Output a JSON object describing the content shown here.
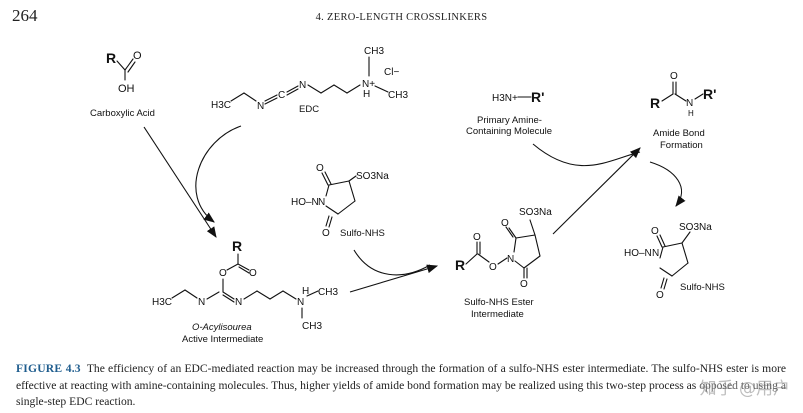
{
  "header": {
    "page_number": "264",
    "running_head": "4. ZERO-LENGTH CROSSLINKERS"
  },
  "scheme": {
    "labels": {
      "carboxylic_acid": "Carboxylic Acid",
      "edc": "EDC",
      "sulfo_nhs_reagent": "Sulfo-NHS",
      "acylisourea_line1": "O-Acylisourea",
      "acylisourea_line2": "Active Intermediate",
      "amine_line1": "Primary Amine-",
      "amine_line2": "Containing Molecule",
      "ester_line1": "Sulfo-NHS Ester",
      "ester_line2": "Intermediate",
      "amide_line1": "Amide Bond",
      "amide_line2": "Formation",
      "sulfo_nhs_product": "Sulfo-NHS"
    },
    "atoms": {
      "R": "R",
      "R_prime": "R'",
      "O": "O",
      "OH": "OH",
      "N": "N",
      "C": "C",
      "H": "H",
      "CH3": "CH3",
      "H3C": "H3C",
      "H3N_plus": "H3N+",
      "NH": "NH",
      "N_plus": "N+",
      "Cl_minus": "Cl−",
      "SO3Na": "SO3Na",
      "HO_N": "HO–N"
    }
  },
  "caption": {
    "label": "FIGURE 4.3",
    "text": "The efficiency of an EDC-mediated reaction may be increased through the formation of a sulfo-NHS ester intermediate. The sulfo-NHS ester is more effective at reacting with amine-containing molecules. Thus, higher yields of amide bond formation may be realized using this two-step process as opposed to using a single-step EDC reaction."
  },
  "watermark": {
    "text": "知乎 @用户"
  }
}
